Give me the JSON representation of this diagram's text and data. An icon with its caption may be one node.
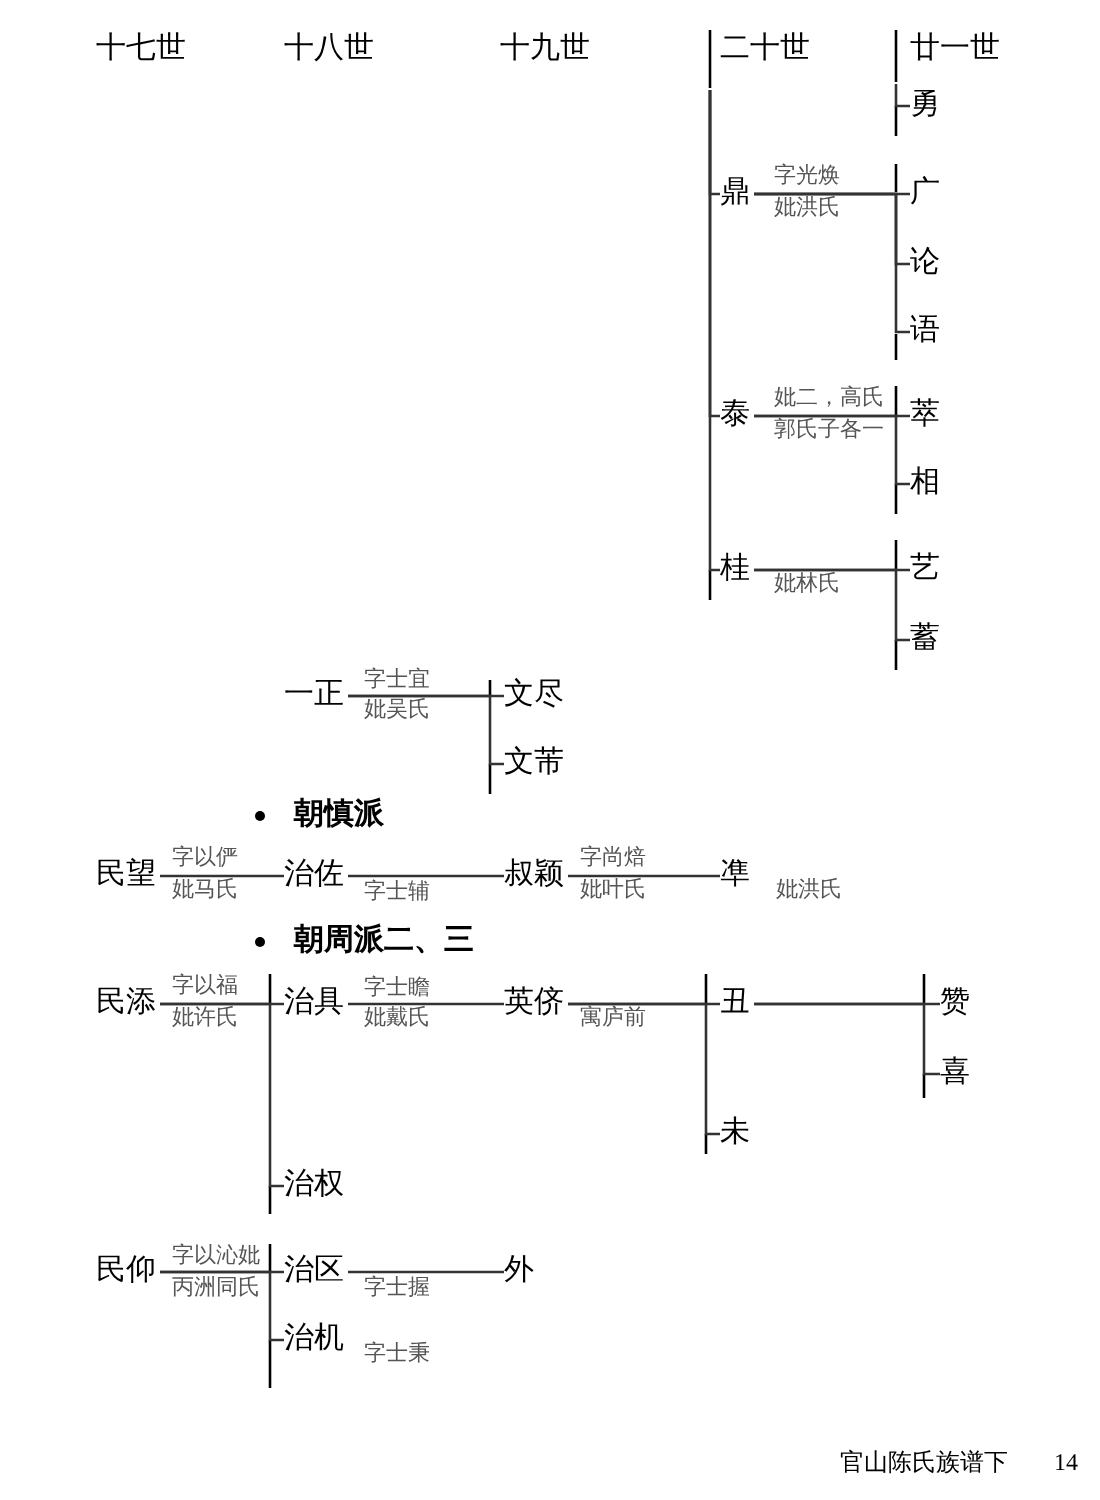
{
  "diagram": {
    "nodes": [
      {
        "text": [
          "勇"
        ]
      },
      {
        "text": [
          "鼎"
        ],
        "beside": [
          "字光焕",
          "妣洪氏"
        ]
      },
      {
        "text": [
          "广"
        ]
      },
      {
        "text": [
          "论"
        ]
      },
      {
        "text": [
          "语"
        ]
      },
      {
        "text": [
          "泰"
        ],
        "beside": [
          "妣二，高氏",
          "郭氏子各一"
        ]
      },
      {
        "text": [
          "萃"
        ]
      },
      {
        "text": [
          "相"
        ]
      },
      {
        "text": [
          "桂"
        ],
        "beside": [
          "妣林氏"
        ]
      },
      {
        "text": [
          "艺"
        ]
      },
      {
        "text": [
          "蓄"
        ]
      },
      {
        "text": [
          "一正"
        ],
        "beside": [
          "字士宜",
          "妣吴氏"
        ]
      },
      {
        "text": [
          "文尽"
        ]
      },
      {
        "text": [
          "文芾"
        ]
      },
      {
        "text": [
          "民望"
        ],
        "beside": [
          "字以俨",
          "妣马氏"
        ]
      },
      {
        "text": [
          "治佐"
        ],
        "beside": [
          "字士辅"
        ]
      },
      {
        "text": [
          "叔颖"
        ],
        "beside": [
          "字尚焙",
          "妣叶氏"
        ]
      },
      {
        "text": [
          "凖"
        ],
        "beside": [
          "妣洪氏"
        ]
      },
      {
        "text": [
          "民添"
        ],
        "beside": [
          "字以福",
          "妣许氏"
        ]
      },
      {
        "text": [
          "治具"
        ],
        "beside": [
          "字士瞻",
          "妣戴氏"
        ]
      },
      {
        "text": [
          "英侪"
        ],
        "beside": [
          "寓庐前"
        ]
      },
      {
        "text": [
          "丑"
        ]
      },
      {
        "text": [
          "未"
        ]
      },
      {
        "text": [
          "赞"
        ]
      },
      {
        "text": [
          "喜"
        ]
      },
      {
        "text": [
          "治权"
        ]
      },
      {
        "text": [
          "民仰"
        ],
        "beside": [
          "字以沁妣",
          "丙洲同氏"
        ]
      },
      {
        "text": [
          "治区"
        ],
        "beside": [
          "字士握"
        ]
      },
      {
        "text": [
          "外"
        ]
      },
      {
        "text": [
          "治机"
        ],
        "beside": [
          "字士秉"
        ]
      }
    ],
    "edges": [
      {
        "from": null,
        "to": 0,
        "arrow": "none"
      },
      {
        "from": null,
        "to": 1,
        "arrow": "none"
      },
      {
        "from": null,
        "to": 5,
        "arrow": "none"
      },
      {
        "from": null,
        "to": 8,
        "arrow": "none"
      },
      {
        "from": 1,
        "to": 2,
        "arrow": "none"
      },
      {
        "from": 1,
        "to": 3,
        "arrow": "none"
      },
      {
        "from": 1,
        "to": 4,
        "arrow": "none"
      },
      {
        "from": 5,
        "to": 6,
        "arrow": "none"
      },
      {
        "from": 5,
        "to": 7,
        "arrow": "none"
      },
      {
        "from": 8,
        "to": 9,
        "arrow": "none"
      },
      {
        "from": 8,
        "to": 10,
        "arrow": "none"
      },
      {
        "from": 11,
        "to": 12,
        "arrow": "none"
      },
      {
        "from": 11,
        "to": 13,
        "arrow": "none"
      },
      {
        "from": 14,
        "to": 15,
        "arrow": "none"
      },
      {
        "from": 15,
        "to": 16,
        "arrow": "none"
      },
      {
        "from": 16,
        "to": 17,
        "arrow": "none"
      },
      {
        "from": 18,
        "to": 19,
        "arrow": "none"
      },
      {
        "from": 18,
        "to": 25,
        "arrow": "none"
      },
      {
        "from": 19,
        "to": 20,
        "arrow": "none"
      },
      {
        "from": 20,
        "to": 21,
        "arrow": "none"
      },
      {
        "from": 20,
        "to": 22,
        "arrow": "none"
      },
      {
        "from": 21,
        "to": 23,
        "arrow": "none"
      },
      {
        "from": 21,
        "to": 24,
        "arrow": "none"
      },
      {
        "from": 26,
        "to": 27,
        "arrow": "none"
      },
      {
        "from": 26,
        "to": 29,
        "arrow": "none"
      },
      {
        "from": 27,
        "to": 28,
        "arrow": "none"
      }
    ],
    "labels": [
      "十七世",
      "十八世",
      "十九世",
      "二十世",
      "廿一世",
      "朝慎派",
      "朝周派二、三",
      "官山陈氏族谱下",
      "14"
    ]
  }
}
